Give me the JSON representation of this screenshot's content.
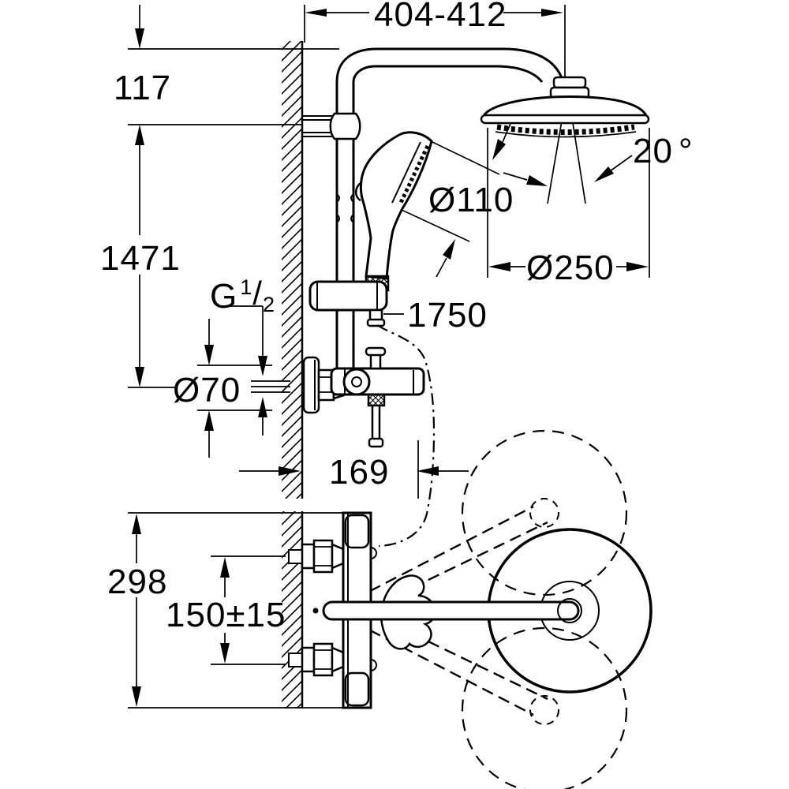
{
  "dims": {
    "top_width": "404-412",
    "wall_offset": "117",
    "height": "1471",
    "thread": {
      "letter": "G",
      "numerator": "1",
      "slash": "/",
      "denominator": "2"
    },
    "handshower_diameter": "Ø110",
    "tilt_angle": {
      "value": "20",
      "unit": "°"
    },
    "headshower_diameter": "Ø250",
    "hose_length": "1750",
    "rosette_diameter": "Ø70",
    "spout_depth": "169",
    "plan_height": "298",
    "inlet_spacing": "150±15"
  },
  "colors": {
    "line": "#000000",
    "background": "#ffffff"
  }
}
